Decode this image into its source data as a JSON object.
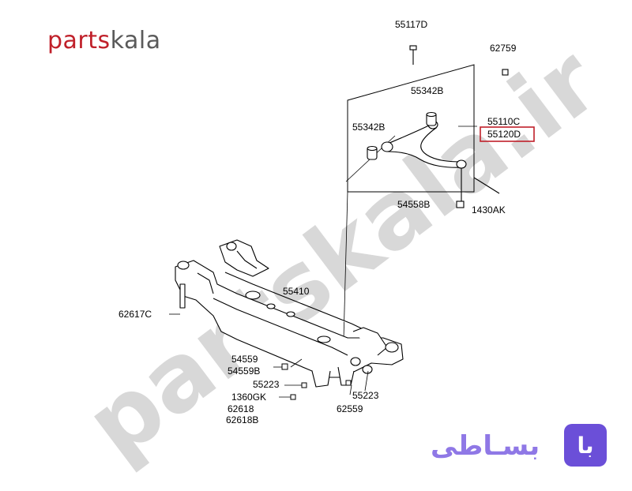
{
  "logo": {
    "part1": "parts",
    "part2": "kala"
  },
  "watermark": "partskala.ir",
  "brand": {
    "word": "بسـاطی",
    "badge": "با"
  },
  "highlight_color": "#c0202a",
  "parts": {
    "p55117D": "55117D",
    "p62759": "62759",
    "p55342B_a": "55342B",
    "p55342B_b": "55342B",
    "p55110C": "55110C",
    "p55120D": "55120D",
    "p54558B": "54558B",
    "p1430AK": "1430AK",
    "p55410": "55410",
    "p62617C": "62617C",
    "p54559": "54559",
    "p54559B": "54559B",
    "p55223_a": "55223",
    "p55223_b": "55223",
    "p1360GK": "1360GK",
    "p62618": "62618",
    "p62618B": "62618B",
    "p62559": "62559"
  }
}
